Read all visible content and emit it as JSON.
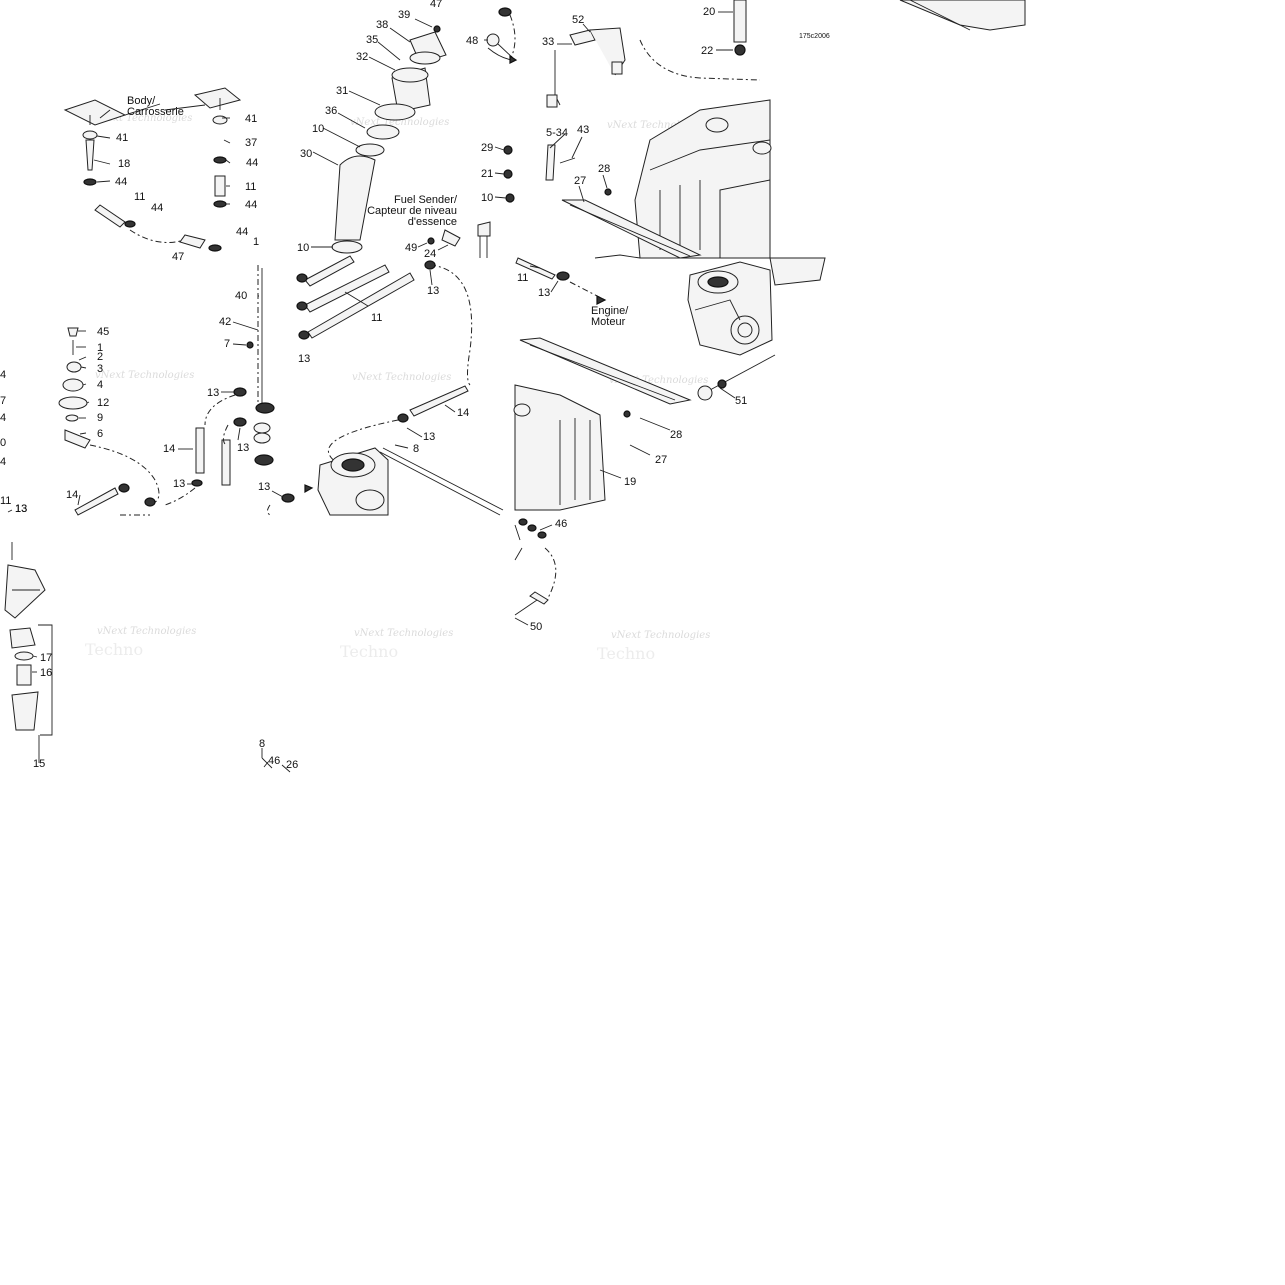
{
  "diagram": {
    "code": "175c2006",
    "captions": {
      "body": [
        "Body/",
        "Carrosserie"
      ],
      "fuel_sender": [
        "Fuel Sender/",
        "Capteur de niveau",
        "d'essence"
      ],
      "engine": [
        "Engine/",
        "Moteur"
      ]
    },
    "watermark": [
      "vNext Technologies",
      "Techno"
    ],
    "callouts": [
      {
        "id": "c47a",
        "text": "47"
      },
      {
        "id": "c39",
        "text": "39"
      },
      {
        "id": "c38",
        "text": "38"
      },
      {
        "id": "c35",
        "text": "35"
      },
      {
        "id": "c32",
        "text": "32"
      },
      {
        "id": "c31",
        "text": "31"
      },
      {
        "id": "c36",
        "text": "36"
      },
      {
        "id": "c10a",
        "text": "10"
      },
      {
        "id": "c30",
        "text": "30"
      },
      {
        "id": "c10b",
        "text": "10"
      },
      {
        "id": "c48",
        "text": "48"
      },
      {
        "id": "c52",
        "text": "52"
      },
      {
        "id": "c33",
        "text": "33"
      },
      {
        "id": "c20",
        "text": "20"
      },
      {
        "id": "c22",
        "text": "22"
      },
      {
        "id": "c41a",
        "text": "41"
      },
      {
        "id": "c41b",
        "text": "41"
      },
      {
        "id": "c37",
        "text": "37"
      },
      {
        "id": "c18",
        "text": "18"
      },
      {
        "id": "c44a",
        "text": "44"
      },
      {
        "id": "c44b",
        "text": "44"
      },
      {
        "id": "c11a",
        "text": "11"
      },
      {
        "id": "c44c",
        "text": "44"
      },
      {
        "id": "c11b",
        "text": "11"
      },
      {
        "id": "c44d",
        "text": "44"
      },
      {
        "id": "c44e",
        "text": "44"
      },
      {
        "id": "c47b",
        "text": "47"
      },
      {
        "id": "c1a",
        "text": "1"
      },
      {
        "id": "c534",
        "text": "5-34"
      },
      {
        "id": "c43",
        "text": "43"
      },
      {
        "id": "c29",
        "text": "29"
      },
      {
        "id": "c21",
        "text": "21"
      },
      {
        "id": "c10c",
        "text": "10"
      },
      {
        "id": "c28a",
        "text": "28"
      },
      {
        "id": "c27a",
        "text": "27"
      },
      {
        "id": "c49",
        "text": "49"
      },
      {
        "id": "c24",
        "text": "24"
      },
      {
        "id": "c13a",
        "text": "13"
      },
      {
        "id": "c11c",
        "text": "11"
      },
      {
        "id": "c13b",
        "text": "13"
      },
      {
        "id": "c40",
        "text": "40"
      },
      {
        "id": "c42",
        "text": "42"
      },
      {
        "id": "c11d",
        "text": "11"
      },
      {
        "id": "c7a",
        "text": "7"
      },
      {
        "id": "c13c",
        "text": "13"
      },
      {
        "id": "c45",
        "text": "45"
      },
      {
        "id": "c1b",
        "text": "1"
      },
      {
        "id": "c2",
        "text": "2"
      },
      {
        "id": "c3",
        "text": "3"
      },
      {
        "id": "c4a",
        "text": "4"
      },
      {
        "id": "c4b",
        "text": "4"
      },
      {
        "id": "c12",
        "text": "12"
      },
      {
        "id": "c9",
        "text": "9"
      },
      {
        "id": "c6",
        "text": "6"
      },
      {
        "id": "c7b",
        "text": "7"
      },
      {
        "id": "c4c",
        "text": "4"
      },
      {
        "id": "c13d",
        "text": "13"
      },
      {
        "id": "c14a",
        "text": "14"
      },
      {
        "id": "c13e",
        "text": "13"
      },
      {
        "id": "c14b",
        "text": "14"
      },
      {
        "id": "c13f",
        "text": "13"
      },
      {
        "id": "c13g",
        "text": "13"
      },
      {
        "id": "c8a",
        "text": "8"
      },
      {
        "id": "c13h",
        "text": "13"
      },
      {
        "id": "c28b",
        "text": "28"
      },
      {
        "id": "c27b",
        "text": "27"
      },
      {
        "id": "c51",
        "text": "51"
      },
      {
        "id": "c19",
        "text": "19"
      },
      {
        "id": "c14c",
        "text": "14"
      },
      {
        "id": "c13i",
        "text": "13"
      },
      {
        "id": "c0",
        "text": "0"
      },
      {
        "id": "c4d",
        "text": "4"
      },
      {
        "id": "c11e",
        "text": "11"
      },
      {
        "id": "c13j",
        "text": "13"
      },
      {
        "id": "c46a",
        "text": "46"
      },
      {
        "id": "c50",
        "text": "50"
      },
      {
        "id": "c17",
        "text": "17"
      },
      {
        "id": "c16",
        "text": "16"
      },
      {
        "id": "c15",
        "text": "15"
      },
      {
        "id": "c8b",
        "text": "8"
      },
      {
        "id": "c46b",
        "text": "46"
      },
      {
        "id": "c26",
        "text": "26"
      }
    ]
  }
}
